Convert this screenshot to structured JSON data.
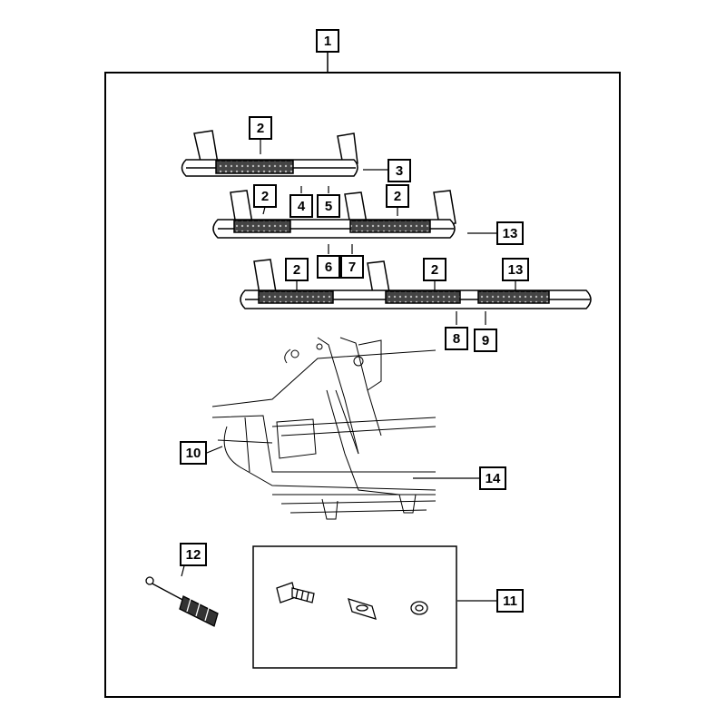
{
  "diagram": {
    "callouts": {
      "c1": "1",
      "c2a": "2",
      "c3": "3",
      "c2b": "2",
      "c4": "4",
      "c5": "5",
      "c2c": "2",
      "c13a": "13",
      "c6": "6",
      "c7": "7",
      "c2d": "2",
      "c2e": "2",
      "c13b": "13",
      "c8": "8",
      "c9": "9",
      "c10": "10",
      "c14": "14",
      "c12": "12",
      "c11": "11"
    }
  }
}
